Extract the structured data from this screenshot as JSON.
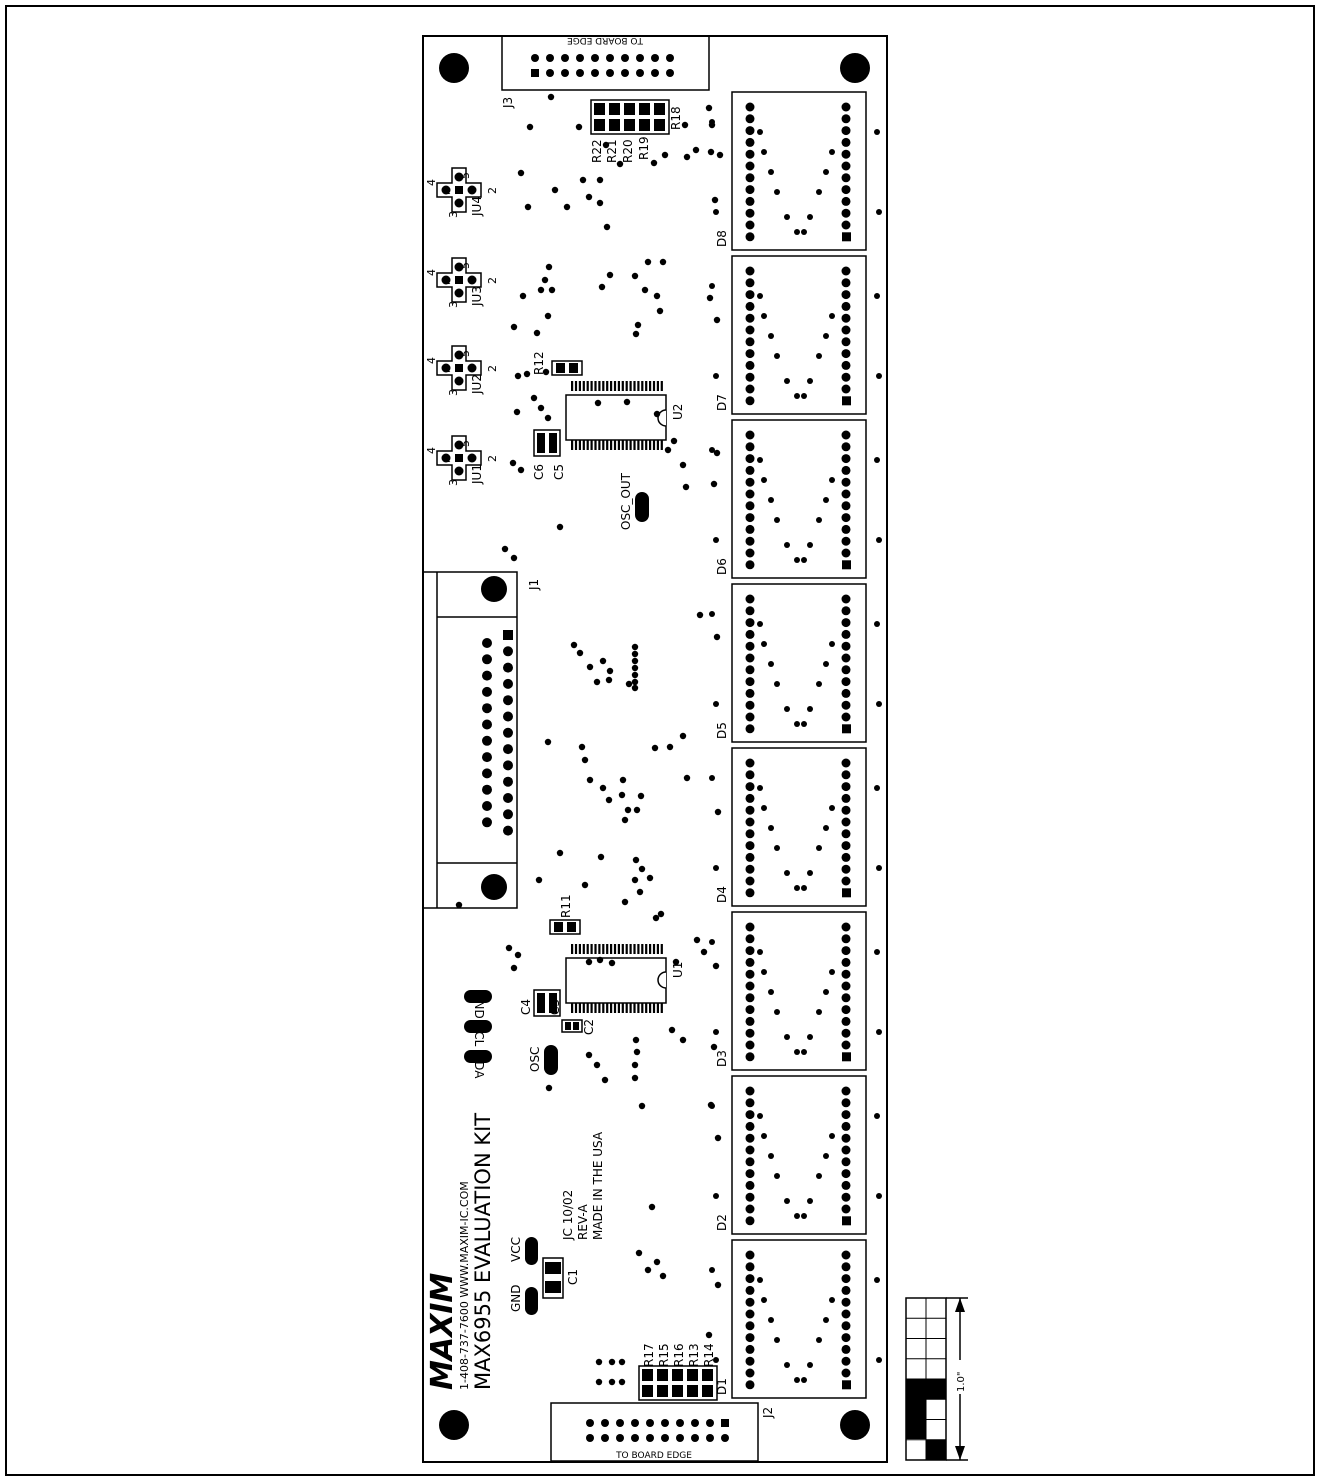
{
  "board": {
    "name": "MAX6955 EVALUATION KIT",
    "phone_web": "1-408-737-7600  WWW.MAXIM-IC.COM",
    "logo_text": "MAXIM",
    "rev_lines": [
      "JC 10/02",
      "REV-A",
      "MADE IN THE USA"
    ]
  },
  "connectors": {
    "j3": "J3",
    "j2": "J2",
    "j1": "J1",
    "to_board_edge_top": "TO BOARD EDGE",
    "to_board_edge_bottom": "TO BOARD EDGE"
  },
  "ics": {
    "u1": "U1",
    "u2": "U2"
  },
  "displays": [
    "D8",
    "D7",
    "D6",
    "D5",
    "D4",
    "D3",
    "D2",
    "D1"
  ],
  "jumpers": [
    {
      "name": "JU4",
      "pins": [
        "1",
        "2",
        "3",
        "4",
        "5"
      ]
    },
    {
      "name": "JU3",
      "pins": [
        "1",
        "2",
        "3",
        "4",
        "5"
      ]
    },
    {
      "name": "JU2",
      "pins": [
        "1",
        "2",
        "3",
        "4",
        "5"
      ]
    },
    {
      "name": "JU1",
      "pins": [
        "1",
        "2",
        "3",
        "4",
        "5"
      ]
    }
  ],
  "resistors_top": [
    "R22",
    "R21",
    "R20",
    "R19",
    "R18"
  ],
  "resistors_bottom": [
    "R17",
    "R15",
    "R16",
    "R13",
    "R14"
  ],
  "other_parts": {
    "r11": "R11",
    "r12": "R12",
    "c1": "C1",
    "c2": "C2",
    "c3": "C3",
    "c4": "C4",
    "c5": "C5",
    "c6": "C6"
  },
  "test_points": {
    "osc_out": "OSC_OUT",
    "osc": "OSC",
    "gnd_top": "GND",
    "scl": "SCL",
    "sda": "SDA",
    "vcc": "VCC",
    "gnd_bottom": "GND"
  },
  "scale_label": "1.0\""
}
